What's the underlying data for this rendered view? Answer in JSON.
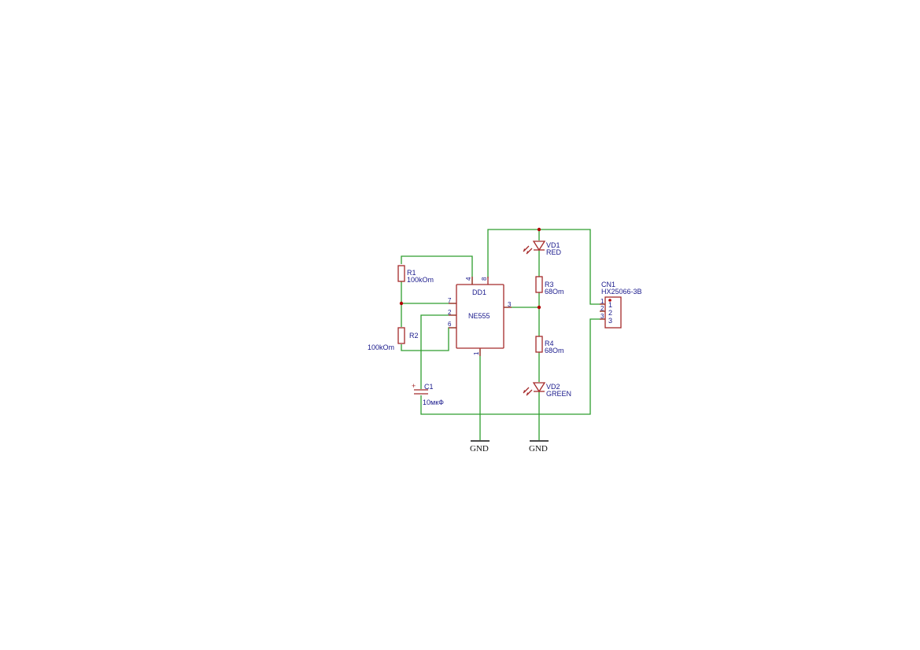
{
  "schematic": {
    "components": {
      "r1": {
        "ref": "R1",
        "value": "100kOm"
      },
      "r2": {
        "ref": "R2",
        "value": "100kOm"
      },
      "c1": {
        "ref": "C1",
        "value": "10мкФ",
        "polarity": "+"
      },
      "dd1": {
        "ref": "DD1",
        "value": "NE555"
      },
      "r3": {
        "ref": "R3",
        "value": "68Om"
      },
      "r4": {
        "ref": "R4",
        "value": "68Om"
      },
      "vd1": {
        "ref": "VD1",
        "value": "RED"
      },
      "vd2": {
        "ref": "VD2",
        "value": "GREEN"
      },
      "cn1": {
        "ref": "CN1",
        "value": "HX25066-3B"
      }
    },
    "ic_pins": {
      "p4": "4",
      "p8": "8",
      "p7": "7",
      "p2": "2",
      "p6": "6",
      "p3": "3",
      "p1": "1"
    },
    "connector_pins": {
      "left": [
        "1",
        "2",
        "3"
      ],
      "right": [
        "1",
        "2",
        "3"
      ]
    },
    "gnd": [
      "GND",
      "GND"
    ],
    "colors": {
      "wire": "#2e9e2e",
      "part": "#a52a2a",
      "label": "#1a1a8c",
      "junction": "#b00000"
    }
  }
}
